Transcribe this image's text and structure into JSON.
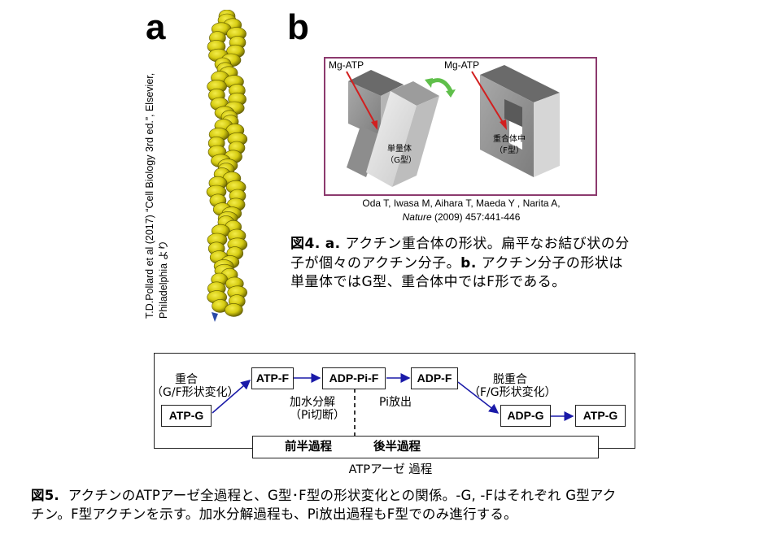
{
  "panel_a": {
    "letter": "a",
    "credit_line1": "T.D.Pollard  et al (2017) “Cell Biology 3rd ed.”, Elsevier,",
    "credit_line2": "Philadelphia より"
  },
  "panel_b": {
    "letter": "b",
    "left_label_top": "Mg-ATP",
    "left_label_body_1": "単量体",
    "left_label_body_2": "（G型）",
    "right_label_top": "Mg-ATP",
    "right_label_body_1": "重合体中",
    "right_label_body_2": "（F型）",
    "cite_line1": "Oda T, Iwasa M, Aihara T, Maeda Y , Narita A,",
    "cite_journal": "Nature",
    "cite_rest": " (2009) 457:441-446"
  },
  "fig4_caption": {
    "prefix": "図4.",
    "a_mark": "a.",
    "a_text": "アクチン重合体の形状。扁平なお結び状の分子が個々のアクチン分子。",
    "b_mark": "b.",
    "b_text": "アクチン分子の形状は単量体ではG型、重合体中ではF形である。"
  },
  "fig5": {
    "nodes": {
      "atp_g_left": "ATP-G",
      "atp_f": "ATP-F",
      "adp_pi_f": "ADP-Pi-F",
      "adp_f": "ADP-F",
      "adp_g": "ADP-G",
      "atp_g_right": "ATP-G"
    },
    "polymerization_1": "重合",
    "polymerization_2": "（G/F形状変化）",
    "hydrolysis_1": "加水分解",
    "hydrolysis_2": "（Pi切断）",
    "pi_release": "Pi放出",
    "depolymerization_1": "脱重合",
    "depolymerization_2": "（F/G形状変化）",
    "first_half": "前半過程",
    "second_half": "後半過程",
    "atpase_process": "ATPアーゼ 過程",
    "arrow_color": "#1a1aa8"
  },
  "fig5_caption": {
    "prefix": "図5.",
    "line1": "アクチンのATPアーゼ全過程と、G型･F型の形状変化との関係。-G,  -Fはそれぞれ G型アク",
    "line2": "チン。F型アクチンを示す。加水分解過程も、Pi放出過程もF型でのみ進行する。"
  },
  "colors": {
    "frame_b": "#8c3a6e",
    "actin_yellow": "#d6cc12",
    "actin_dark": "#7a7300",
    "block_gray": "#8a8a8a",
    "arrow_red": "#d21f1f",
    "rotate_green": "#5fbf4a"
  }
}
